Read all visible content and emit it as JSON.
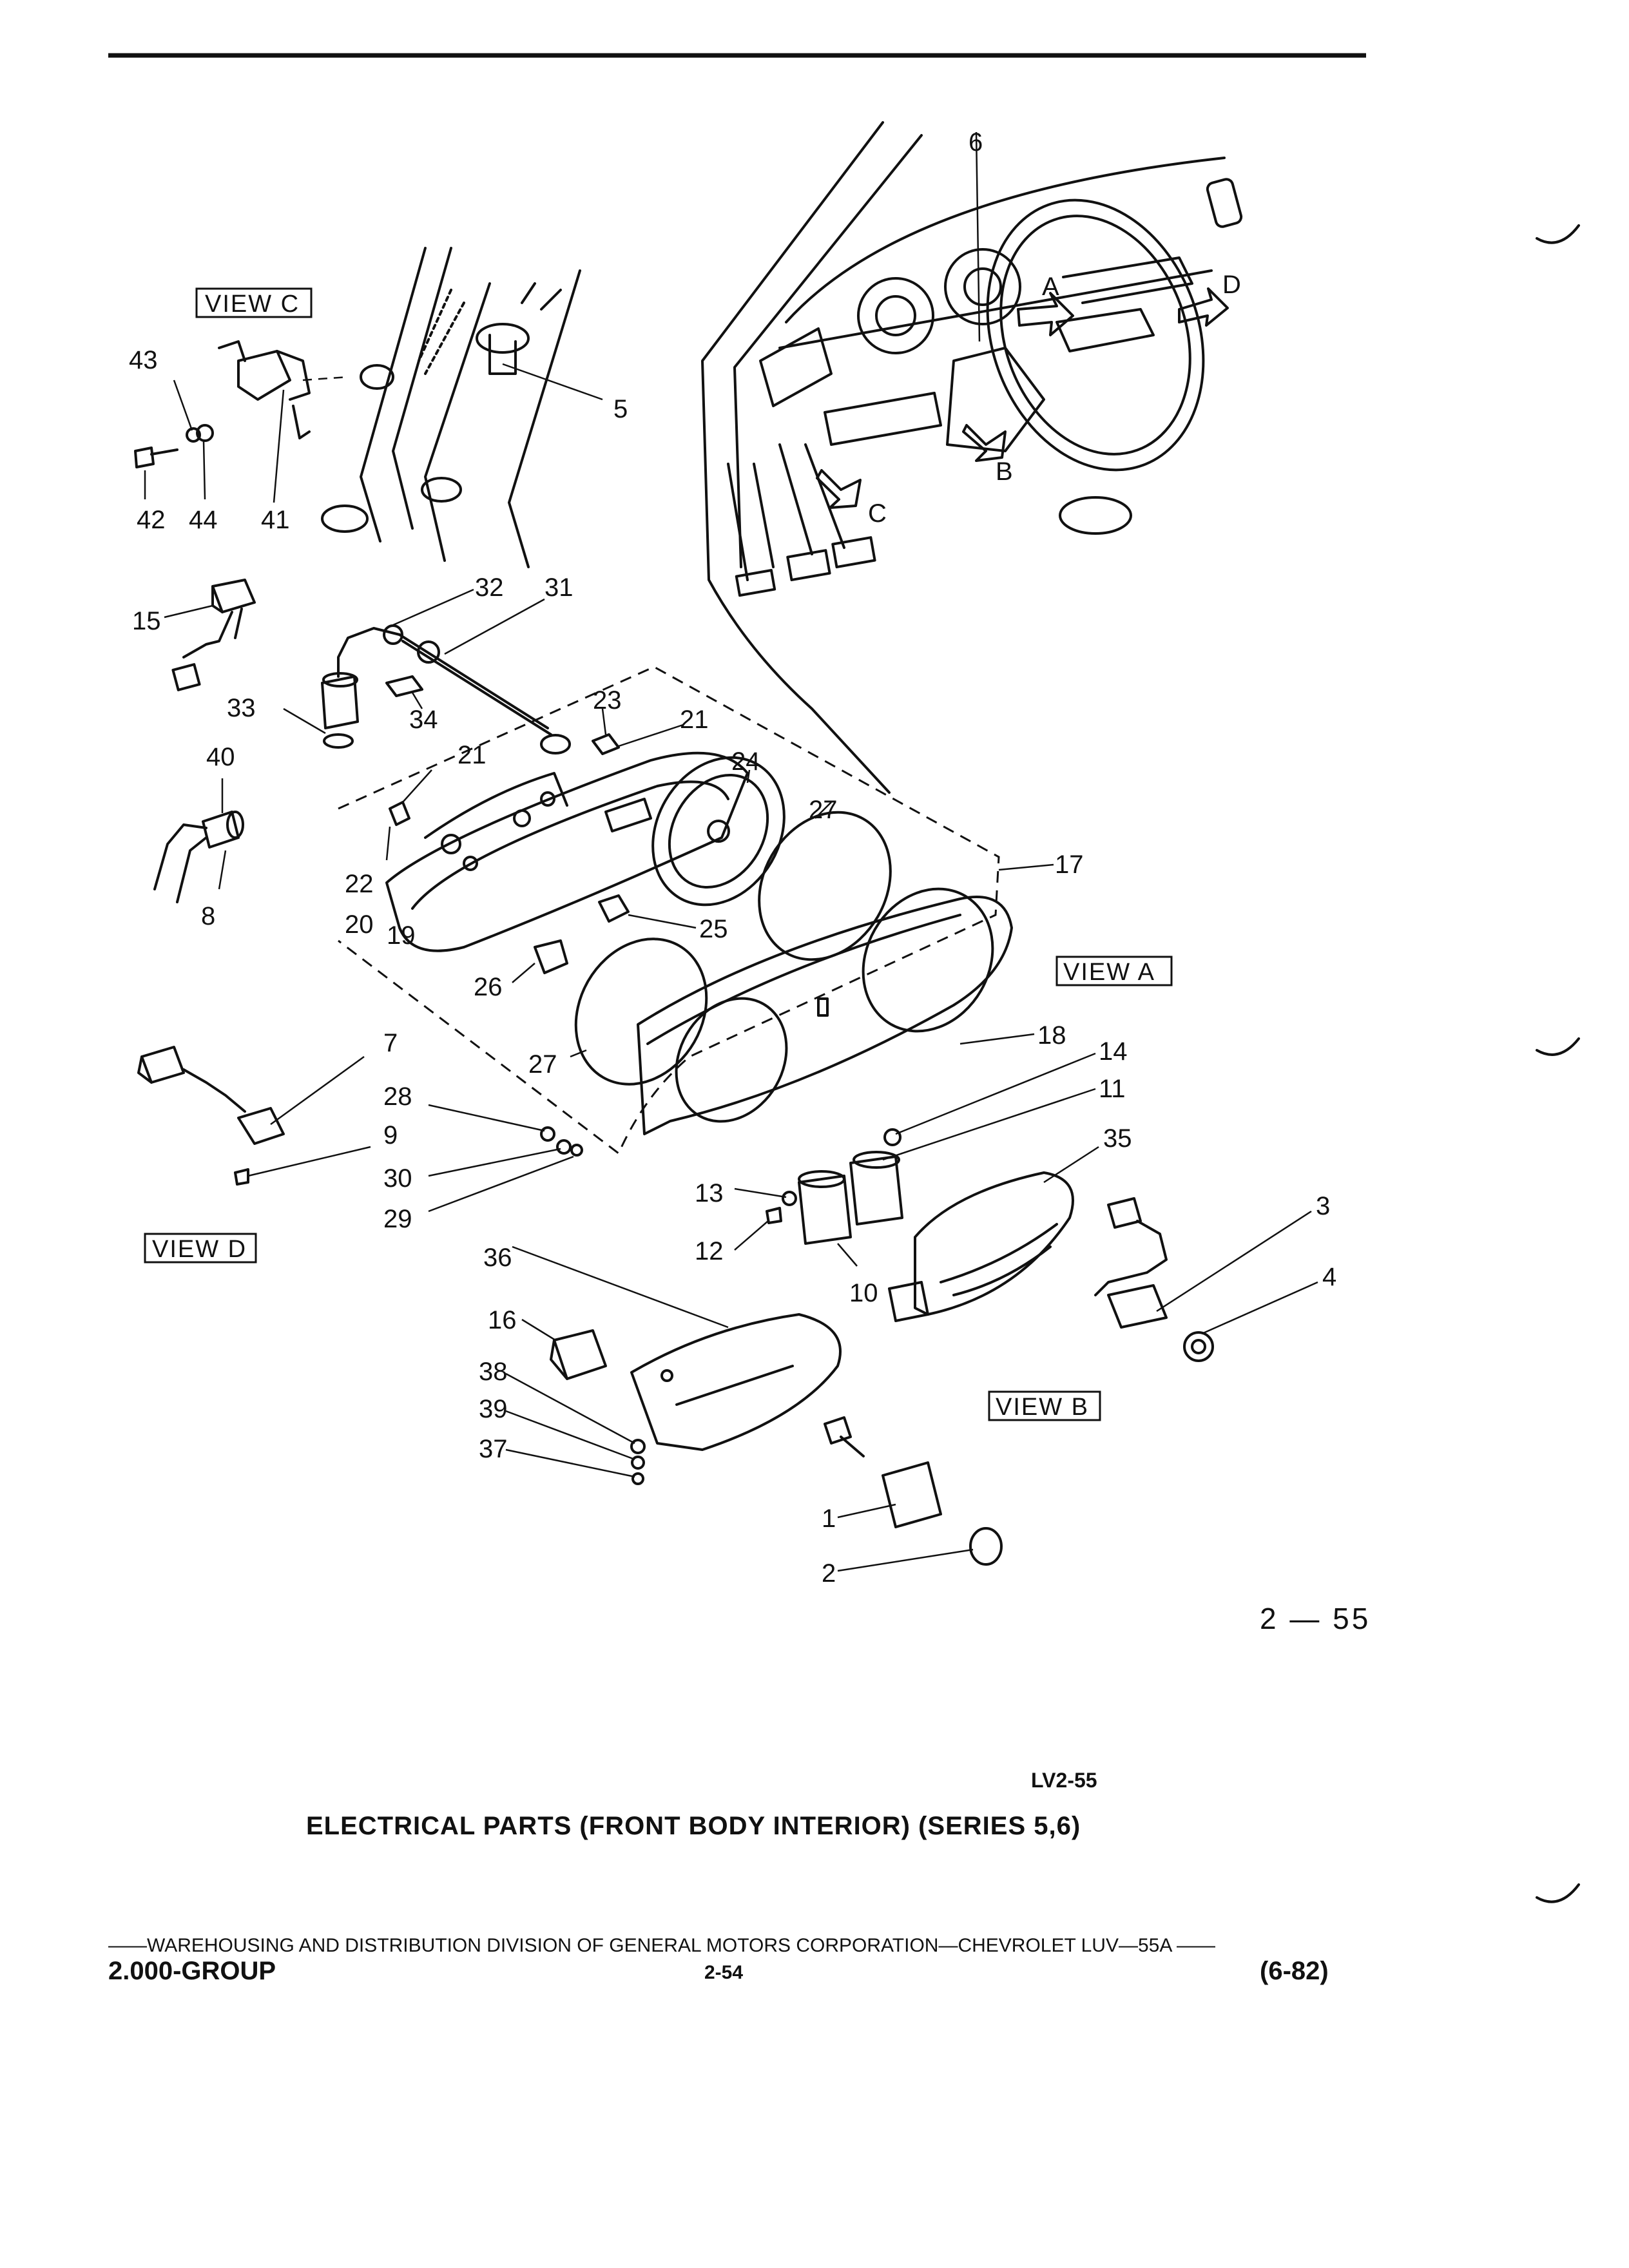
{
  "diagram": {
    "callouts": [
      "1",
      "2",
      "3",
      "4",
      "5",
      "6",
      "7",
      "8",
      "9",
      "10",
      "11",
      "12",
      "13",
      "14",
      "15",
      "16",
      "17",
      "18",
      "19",
      "20",
      "21",
      "21",
      "22",
      "23",
      "24",
      "25",
      "26",
      "27",
      "27",
      "28",
      "29",
      "30",
      "31",
      "32",
      "33",
      "34",
      "35",
      "36",
      "37",
      "38",
      "39",
      "40",
      "41",
      "42",
      "43",
      "44"
    ],
    "view_letters": [
      "A",
      "B",
      "C",
      "D"
    ],
    "view_labels": [
      "VIEW A",
      "VIEW B",
      "VIEW C",
      "VIEW D"
    ]
  },
  "page_number": "2 — 55",
  "figure_code": "LV2-55",
  "title": "ELECTRICAL PARTS (FRONT BODY INTERIOR) (SERIES 5,6)",
  "footer": {
    "line": "——WAREHOUSING AND DISTRIBUTION  DIVISION OF GENERAL MOTORS CORPORATION—CHEVROLET LUV—55A  ——",
    "group": "2.000-GROUP",
    "page": "2-54",
    "date": "(6-82)"
  }
}
